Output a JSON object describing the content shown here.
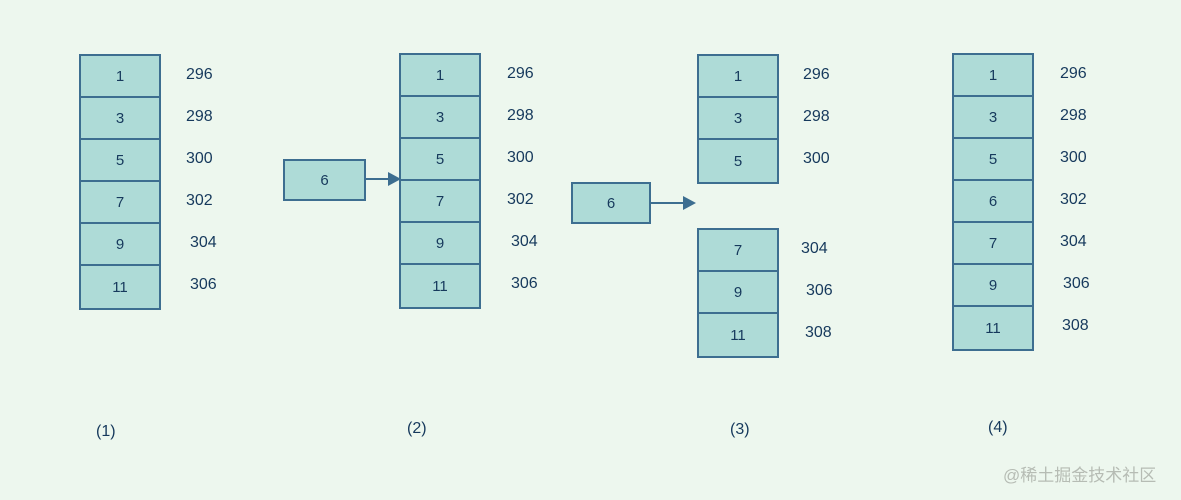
{
  "colors": {
    "bg": "#edf7ee",
    "cell_fill": "#aedbd7",
    "cell_border": "#3d6e90",
    "text": "#16395c",
    "watermark": "#b6bcb4"
  },
  "watermark": "@稀土掘金技术社区",
  "steps": [
    {
      "label": "(1)",
      "cells": [
        {
          "value": "1",
          "address": "296"
        },
        {
          "value": "3",
          "address": "298"
        },
        {
          "value": "5",
          "address": "300"
        },
        {
          "value": "7",
          "address": "302"
        },
        {
          "value": "9",
          "address": "304"
        },
        {
          "value": "11",
          "address": "306"
        }
      ]
    },
    {
      "label": "(2)",
      "insert_value": "6",
      "cells": [
        {
          "value": "1",
          "address": "296"
        },
        {
          "value": "3",
          "address": "298"
        },
        {
          "value": "5",
          "address": "300"
        },
        {
          "value": "7",
          "address": "302"
        },
        {
          "value": "9",
          "address": "304"
        },
        {
          "value": "11",
          "address": "306"
        }
      ]
    },
    {
      "label": "(3)",
      "insert_value": "6",
      "top_cells": [
        {
          "value": "1",
          "address": "296"
        },
        {
          "value": "3",
          "address": "298"
        },
        {
          "value": "5",
          "address": "300"
        }
      ],
      "bottom_cells": [
        {
          "value": "7",
          "address": "304"
        },
        {
          "value": "9",
          "address": "306"
        },
        {
          "value": "11",
          "address": "308"
        }
      ]
    },
    {
      "label": "(4)",
      "cells": [
        {
          "value": "1",
          "address": "296"
        },
        {
          "value": "3",
          "address": "298"
        },
        {
          "value": "5",
          "address": "300"
        },
        {
          "value": "6",
          "address": "302"
        },
        {
          "value": "7",
          "address": "304"
        },
        {
          "value": "9",
          "address": "306"
        },
        {
          "value": "11",
          "address": "308"
        }
      ]
    }
  ]
}
